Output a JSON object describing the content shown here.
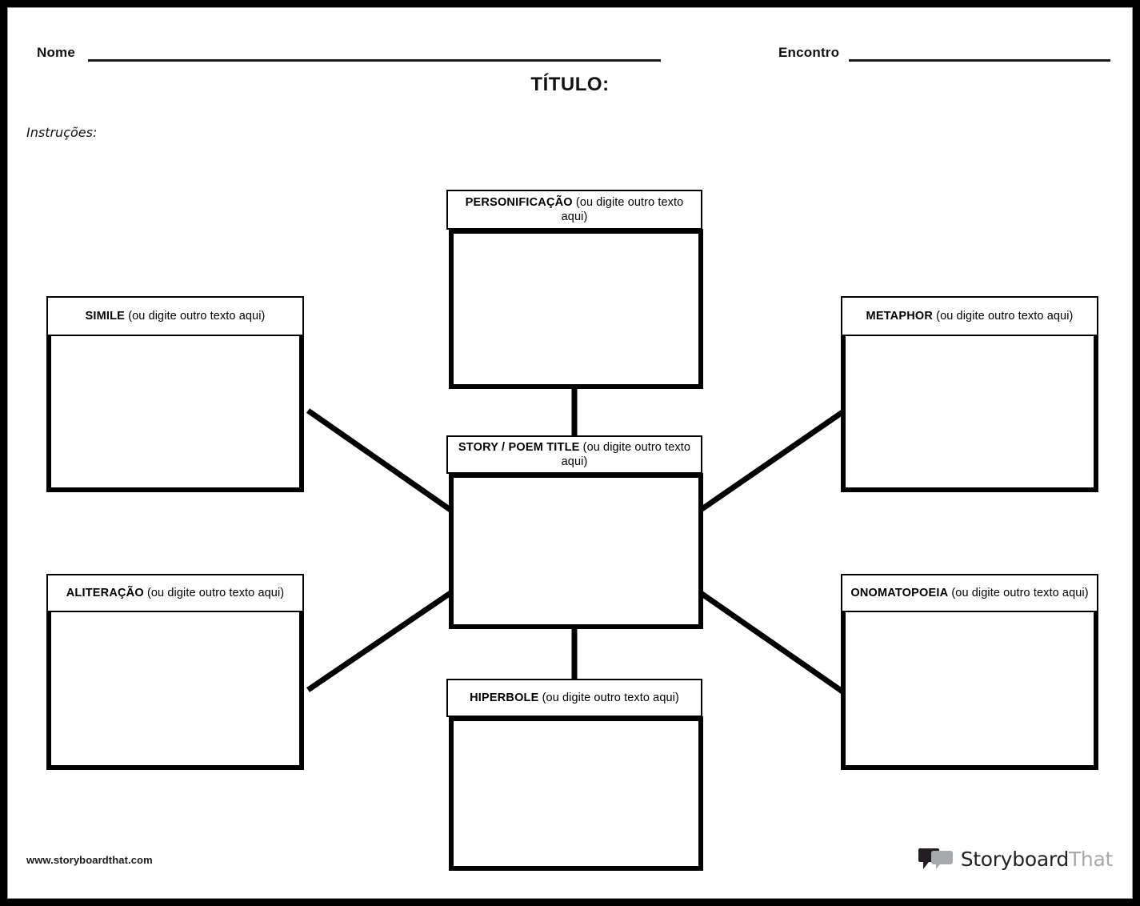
{
  "page": {
    "frame_color": "#000000",
    "sheet_color": "#ffffff",
    "ink_color": "#000000"
  },
  "header": {
    "name_label": "Nome",
    "name_value": "",
    "date_label": "Encontro",
    "date_value": "",
    "title_label": "TÍTULO:",
    "instructions_label": "Instruções:",
    "instructions_value": ""
  },
  "diagram": {
    "type": "spider-map",
    "center": {
      "id": "story-poem-title",
      "header_strong": "STORY / POEM TITLE",
      "header_rest": " (ou digite outro texto aqui)",
      "body_value": ""
    },
    "nodes": [
      {
        "id": "personificacao",
        "position": "top",
        "header_strong": "PERSONIFICAÇÃO",
        "header_rest": " (ou digite outro texto aqui)",
        "body_value": ""
      },
      {
        "id": "simile",
        "position": "left-top",
        "header_strong": "SIMILE",
        "header_rest": " (ou digite outro texto aqui)",
        "body_value": ""
      },
      {
        "id": "metaphor",
        "position": "right-top",
        "header_strong": "METAPHOR",
        "header_rest": " (ou digite outro texto aqui)",
        "body_value": ""
      },
      {
        "id": "aliteracao",
        "position": "left-bottom",
        "header_strong": "ALITERAÇÃO",
        "header_rest": " (ou digite outro texto aqui)",
        "body_value": ""
      },
      {
        "id": "onomatopoeia",
        "position": "right-bottom",
        "header_strong": "ONOMATOPOEIA",
        "header_rest": " (ou digite outro texto aqui)",
        "body_value": ""
      },
      {
        "id": "hiperbole",
        "position": "bottom",
        "header_strong": "HIPERBOLE",
        "header_rest": " (ou digite outro texto aqui)",
        "body_value": ""
      }
    ]
  },
  "footer": {
    "url": "www.storyboardthat.com",
    "logo_word_dark": "Storyboard",
    "logo_word_grey": "That",
    "logo_dark_color": "#231f20",
    "logo_grey_color": "#a7a9ac"
  }
}
